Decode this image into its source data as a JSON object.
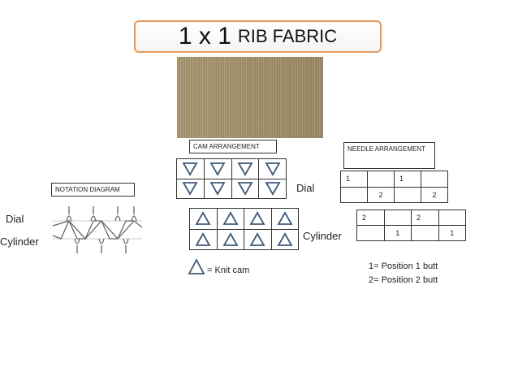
{
  "title": {
    "main": "1 x 1",
    "suffix": "RIB FABRIC"
  },
  "labels": {
    "cam_arrangement": "CAM ARRANGEMENT",
    "needle_arrangement": "NEEDLE ARRANGEMENT",
    "notation_diagram": "NOTATION DIAGRAM",
    "dial_left": "Dial",
    "cylinder_left": "Cylinder",
    "dial_cam": "Dial",
    "cylinder_cam": "Cylinder"
  },
  "cam_grid": {
    "dial_rows": [
      [
        "down",
        "down",
        "down",
        "down"
      ],
      [
        "down",
        "down",
        "down",
        "down"
      ]
    ],
    "cylinder_rows": [
      [
        "up",
        "up",
        "up",
        "up"
      ],
      [
        "up",
        "up",
        "up",
        "up"
      ]
    ]
  },
  "needle_grid": {
    "dial_rows": [
      [
        "1",
        "",
        "1",
        ""
      ],
      [
        "",
        "2",
        "",
        "2"
      ]
    ],
    "cylinder_rows": [
      [
        "2",
        "",
        "2",
        ""
      ],
      [
        "",
        "1",
        "",
        "1"
      ]
    ]
  },
  "legend": {
    "knit_cam": "= Knit cam",
    "position1": "1= Position 1 butt",
    "position2": "2= Position 2 butt"
  },
  "colors": {
    "title_border": "#e69a5a",
    "cam_stroke": "#3f5a7a",
    "fabric": "#9b8a66"
  }
}
